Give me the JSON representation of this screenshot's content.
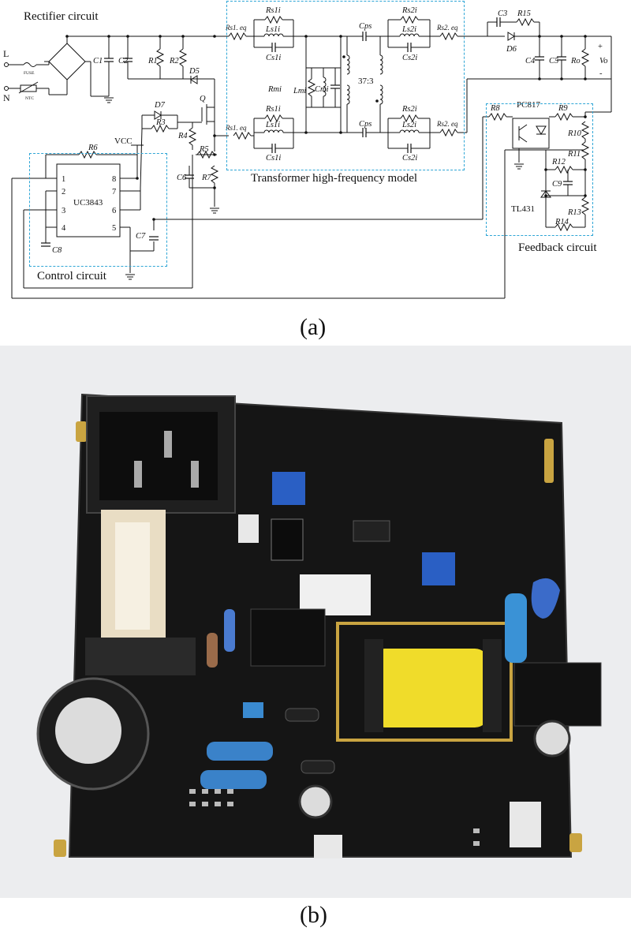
{
  "labels": {
    "rectifier": "Rectifier circuit",
    "transformer": "Transformer high-frequency model",
    "control": "Control circuit",
    "feedback": "Feedback circuit",
    "caption_a": "(a)",
    "caption_b": "(b)"
  },
  "components": {
    "L": "L",
    "N": "N",
    "fuse": "FUSE",
    "ntc": "NTC",
    "C1": "C1",
    "C2": "C2",
    "R1": "R1",
    "R2": "R2",
    "D5": "D5",
    "Q": "Q",
    "D7": "D7",
    "R3": "R3",
    "R4": "R4",
    "R5": "R5",
    "R7": "R7",
    "C6": "C6",
    "VCC": "VCC",
    "R6": "R6",
    "ic": "UC3843",
    "C7": "C7",
    "C8": "C8",
    "pins_left": [
      "1",
      "2",
      "3",
      "4"
    ],
    "pins_right": [
      "8",
      "7",
      "6",
      "5"
    ],
    "Rs1eq_top": "Rs1. eq",
    "Rs1eq_bot": "Rs1. eq",
    "Rs1i_top": "Rs1i",
    "Ls1i_top": "Ls1i",
    "Cs1i_top": "Cs1i",
    "Rs1i_bot": "Rs1i",
    "Ls1i_bot": "Ls1i",
    "Cs1i_bot": "Cs1i",
    "Rmi": "Rmi",
    "Lmi": "Lmi",
    "Cmi": "Cmi",
    "Cps_top": "Cps",
    "Cps_bot": "Cps",
    "ratio": "37:3",
    "Rs2i_top": "Rs2i",
    "Ls2i_top": "Ls2i",
    "Cs2i_top": "Cs2i",
    "Rs2i_bot": "Rs2i",
    "Ls2i_bot": "Ls2i",
    "Cs2i_bot": "Cs2i",
    "Rs2eq_top": "Rs2. eq",
    "Rs2eq_bot": "Rs2. eq",
    "C3": "C3",
    "R15": "R15",
    "D6": "D6",
    "C4": "C4",
    "C5": "C5",
    "Ro": "Ro",
    "plus": "+",
    "Vo": "Vo",
    "minus": "-",
    "R8": "R8",
    "PC817": "PC817",
    "R9": "R9",
    "R10": "R10",
    "R11": "R11",
    "R12": "R12",
    "C9": "C9",
    "TL431": "TL431",
    "R13": "R13",
    "R14": "R14"
  }
}
